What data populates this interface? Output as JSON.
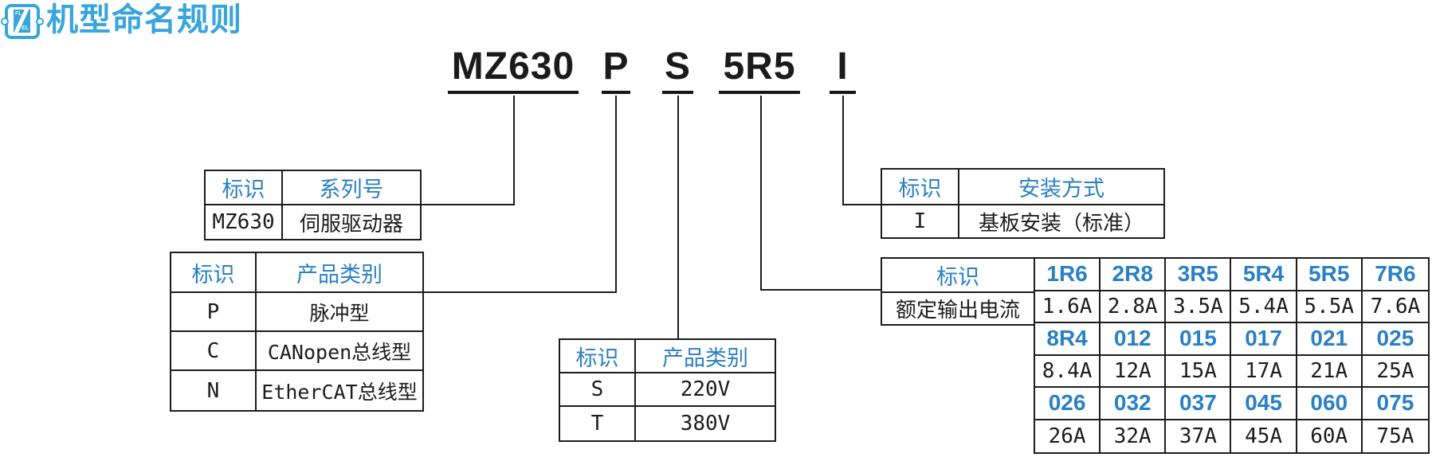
{
  "header": {
    "title": "机型命名规则",
    "icon": {
      "text_top": "FL",
      "text_bottom": "EL"
    }
  },
  "model_code": {
    "full": "MZ630 P S 5R5 I",
    "segments": [
      {
        "id": "series",
        "text": "MZ630"
      },
      {
        "id": "product_type",
        "text": "P"
      },
      {
        "id": "voltage",
        "text": "S"
      },
      {
        "id": "current",
        "text": "5R5"
      },
      {
        "id": "mounting",
        "text": "I"
      }
    ]
  },
  "tables": {
    "series": {
      "headers": [
        "标识",
        "系列号"
      ],
      "rows": [
        [
          "MZ630",
          "伺服驱动器"
        ]
      ]
    },
    "product_type": {
      "headers": [
        "标识",
        "产品类别"
      ],
      "rows": [
        [
          "P",
          "脉冲型"
        ],
        [
          "C",
          "CANopen总线型"
        ],
        [
          "N",
          "EtherCAT总线型"
        ]
      ]
    },
    "voltage": {
      "headers": [
        "标识",
        "产品类别"
      ],
      "rows": [
        [
          "S",
          "220V"
        ],
        [
          "T",
          "380V"
        ]
      ]
    },
    "mounting": {
      "headers": [
        "标识",
        "安装方式"
      ],
      "rows": [
        [
          "I",
          "基板安装（标准）"
        ]
      ]
    },
    "rated_current": {
      "header": "标识",
      "label": "额定输出电流",
      "grid": [
        [
          "1R6",
          "2R8",
          "3R5",
          "5R4",
          "5R5",
          "7R6"
        ],
        [
          "1.6A",
          "2.8A",
          "3.5A",
          "5.4A",
          "5.5A",
          "7.6A"
        ],
        [
          "8R4",
          "012",
          "015",
          "017",
          "021",
          "025"
        ],
        [
          "8.4A",
          "12A",
          "15A",
          "17A",
          "21A",
          "25A"
        ],
        [
          "026",
          "032",
          "037",
          "045",
          "060",
          "075"
        ],
        [
          "26A",
          "32A",
          "37A",
          "45A",
          "60A",
          "75A"
        ]
      ]
    }
  },
  "colors": {
    "title_blue": "#38a5dc",
    "accent_blue": "#2a80c4",
    "line": "#1c1c1c"
  }
}
